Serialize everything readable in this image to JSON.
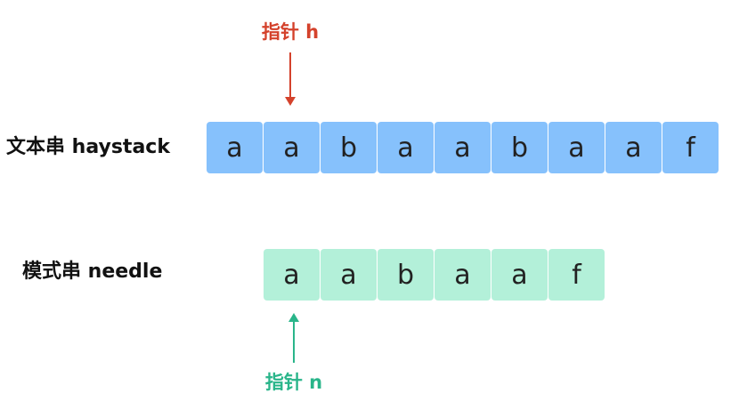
{
  "haystack": {
    "label": "文本串 haystack",
    "chars": [
      "a",
      "a",
      "b",
      "a",
      "a",
      "b",
      "a",
      "a",
      "f"
    ]
  },
  "needle": {
    "label": "模式串 needle",
    "chars": [
      "a",
      "a",
      "b",
      "a",
      "a",
      "f"
    ]
  },
  "pointers": {
    "h": {
      "label": "指针 h",
      "color": "#d4422c"
    },
    "n": {
      "label": "指针 n",
      "color": "#2ab58a"
    }
  },
  "colors": {
    "haystack_cell": "#86c1fc",
    "needle_cell": "#b3f0d9"
  }
}
